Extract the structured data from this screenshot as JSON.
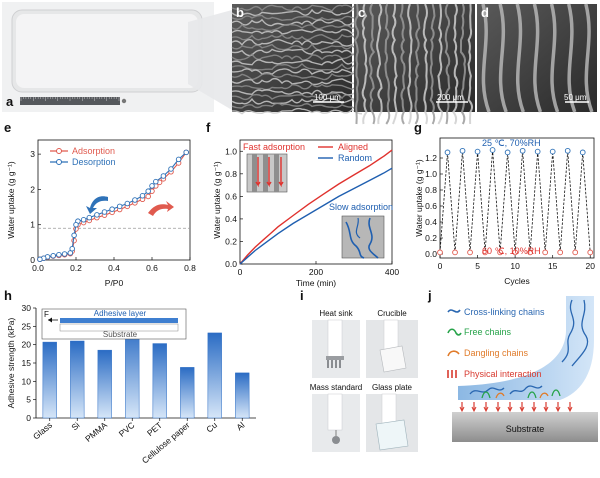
{
  "panels": {
    "a": "a",
    "b": "b",
    "c": "c",
    "d": "d",
    "e": "e",
    "f": "f",
    "g": "g",
    "h": "h",
    "i": "i",
    "j": "j"
  },
  "scalebars": {
    "b": "100 μm",
    "c": "200 μm",
    "d": "50 μm"
  },
  "i_labels": [
    "Heat sink",
    "Crucible",
    "Mass standard",
    "Glass plate"
  ],
  "j_legend": [
    {
      "label": "Cross-linking chains",
      "color": "#2a67b1"
    },
    {
      "label": "Free chains",
      "color": "#27a34a"
    },
    {
      "label": "Dangling chains",
      "color": "#e07b2a"
    },
    {
      "label": "Physical interaction",
      "color": "#d83a2f"
    }
  ],
  "j_substrate": "Substrate",
  "colors": {
    "red": "#e05a4e",
    "blue": "#2f72b8",
    "bar_top": "#2b6cc4",
    "bar_bottom": "#cfe2f8"
  },
  "chart_data": [
    {
      "id": "e",
      "type": "line",
      "xlabel": "P/P0",
      "ylabel": "Water uptake (g g⁻¹)",
      "xlim": [
        0,
        0.8
      ],
      "ylim": [
        0,
        3.4
      ],
      "xticks": [
        "0.0",
        "0.2",
        "0.4",
        "0.6",
        "0.8"
      ],
      "yticks": [
        "0",
        "1",
        "2",
        "3"
      ],
      "series": [
        {
          "name": "Adsorption",
          "color": "#e05a4e",
          "x": [
            0.01,
            0.03,
            0.05,
            0.08,
            0.11,
            0.14,
            0.17,
            0.18,
            0.19,
            0.2,
            0.21,
            0.24,
            0.27,
            0.31,
            0.35,
            0.39,
            0.43,
            0.47,
            0.51,
            0.55,
            0.58,
            0.6,
            0.62,
            0.64,
            0.66,
            0.7,
            0.74,
            0.78
          ],
          "y": [
            0.02,
            0.05,
            0.08,
            0.11,
            0.13,
            0.15,
            0.18,
            0.25,
            0.55,
            0.88,
            1.0,
            1.06,
            1.12,
            1.2,
            1.27,
            1.35,
            1.43,
            1.52,
            1.62,
            1.72,
            1.8,
            1.95,
            2.1,
            2.2,
            2.3,
            2.5,
            2.75,
            3.05
          ]
        },
        {
          "name": "Desorption",
          "color": "#2f72b8",
          "x": [
            0.78,
            0.74,
            0.7,
            0.66,
            0.62,
            0.6,
            0.58,
            0.55,
            0.51,
            0.47,
            0.43,
            0.39,
            0.35,
            0.31,
            0.27,
            0.24,
            0.21,
            0.2,
            0.19,
            0.18,
            0.17,
            0.14,
            0.11,
            0.08,
            0.05,
            0.03,
            0.01
          ],
          "y": [
            3.05,
            2.85,
            2.58,
            2.38,
            2.22,
            2.1,
            1.95,
            1.82,
            1.7,
            1.6,
            1.52,
            1.44,
            1.36,
            1.28,
            1.2,
            1.14,
            1.1,
            1.0,
            0.7,
            0.32,
            0.2,
            0.17,
            0.15,
            0.12,
            0.09,
            0.05,
            0.02
          ]
        }
      ],
      "reference_y": 0.9
    },
    {
      "id": "f",
      "type": "line",
      "xlabel": "Time (min)",
      "ylabel": "Water uptake (g g⁻¹)",
      "xlim": [
        0,
        400
      ],
      "ylim": [
        0,
        1.1
      ],
      "xticks": [
        "0",
        "200",
        "400"
      ],
      "yticks": [
        "0.0",
        "0.2",
        "0.4",
        "0.6",
        "0.8",
        "1.0"
      ],
      "series": [
        {
          "name": "Aligned",
          "color": "#e0322e",
          "x": [
            0,
            20,
            40,
            60,
            80,
            100,
            140,
            180,
            220,
            260,
            300,
            340,
            380,
            400
          ],
          "y": [
            0,
            0.08,
            0.15,
            0.21,
            0.27,
            0.33,
            0.43,
            0.53,
            0.62,
            0.71,
            0.79,
            0.87,
            0.96,
            1.01
          ]
        },
        {
          "name": "Random",
          "color": "#1f5fb0",
          "x": [
            0,
            20,
            40,
            60,
            80,
            100,
            140,
            180,
            220,
            260,
            300,
            340,
            380,
            400
          ],
          "y": [
            0,
            0.06,
            0.12,
            0.17,
            0.22,
            0.27,
            0.36,
            0.44,
            0.52,
            0.6,
            0.67,
            0.74,
            0.81,
            0.85
          ]
        }
      ],
      "annotations": [
        "Fast adsorption",
        "Slow adsorption"
      ]
    },
    {
      "id": "g",
      "type": "line",
      "xlabel": "Cycles",
      "ylabel": "Water uptake (g g⁻¹)",
      "xlim": [
        0,
        20.5
      ],
      "ylim": [
        -0.05,
        1.45
      ],
      "xticks": [
        "0",
        "5",
        "10",
        "15",
        "20"
      ],
      "yticks": [
        "0.0",
        "0.2",
        "0.4",
        "0.6",
        "0.8",
        "1.0",
        "1.2"
      ],
      "high": [
        1.27,
        1.29,
        1.28,
        1.3,
        1.27,
        1.29,
        1.28,
        1.28,
        1.29,
        1.27
      ],
      "low": [
        0.02,
        0.02,
        0.02,
        0.02,
        0.02,
        0.02,
        0.02,
        0.02,
        0.02,
        0.02,
        0.02
      ],
      "annotations": [
        "25 ℃, 70%RH",
        "60 ℃, 10%RH"
      ]
    },
    {
      "id": "h",
      "type": "bar",
      "ylabel": "Adhesive strength (kPa)",
      "ylim": [
        0,
        30
      ],
      "yticks": [
        "0",
        "5",
        "10",
        "15",
        "20",
        "25",
        "30"
      ],
      "categories": [
        "Glass",
        "Si",
        "PMMA",
        "PVC",
        "PET",
        "Cellulose paper",
        "Cu",
        "Al"
      ],
      "values": [
        20.7,
        21.0,
        18.5,
        25.0,
        20.3,
        13.8,
        23.2,
        12.3
      ],
      "inset": {
        "force": "F",
        "layer": "Adhesive layer",
        "substrate": "Substrate"
      }
    }
  ]
}
